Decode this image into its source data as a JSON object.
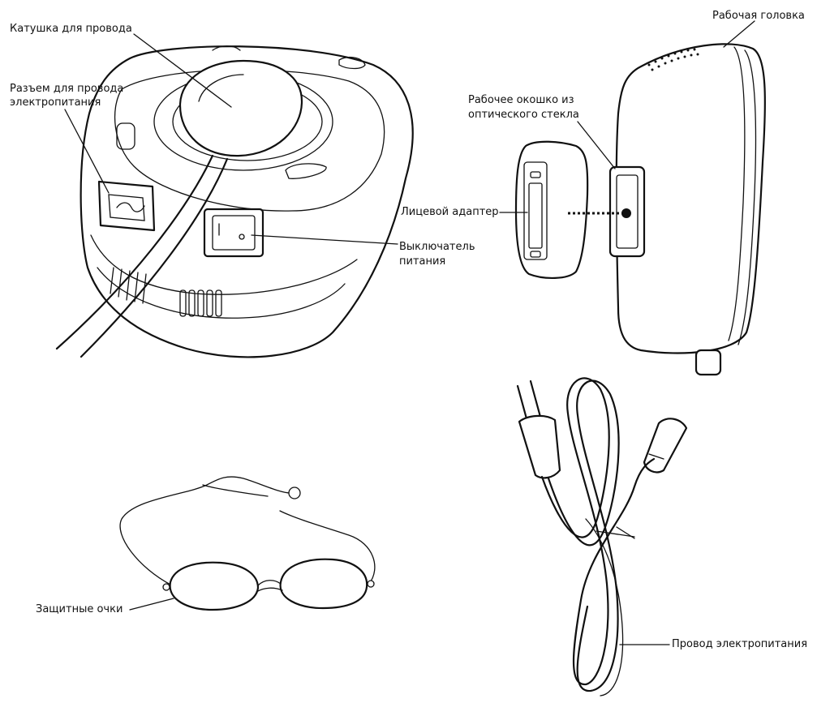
{
  "labels": {
    "coil": "Катушка для провода",
    "power_socket_line1": "Разъем для провода",
    "power_socket_line2": "электропитания",
    "power_switch_line1": "Выключатель",
    "power_switch_line2": "питания",
    "work_head": "Рабочая головка",
    "optical_window_line1": "Рабочее окошко из",
    "optical_window_line2": "оптического стекла",
    "face_adapter": "Лицевой адаптер",
    "goggles": "Защитные очки",
    "power_cord": "Провод электропитания"
  },
  "colors": {
    "ink": "#111111",
    "background": "#ffffff"
  }
}
